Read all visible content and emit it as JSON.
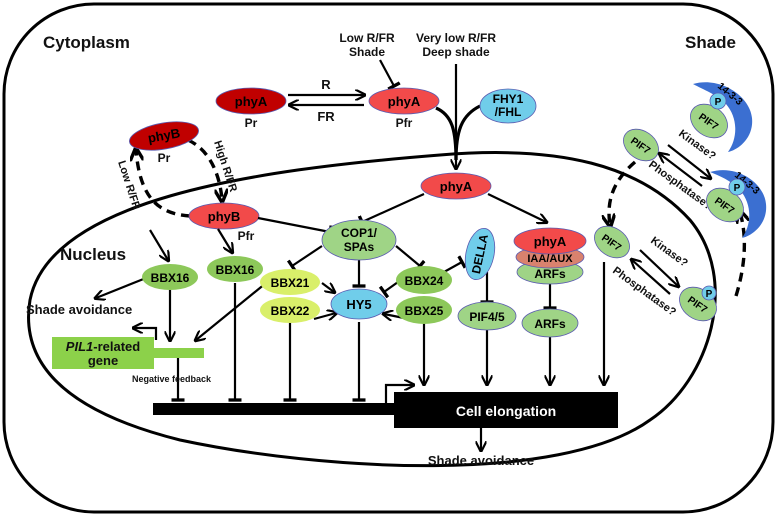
{
  "colors": {
    "dark_red": "#c00000",
    "light_red": "#f24a4a",
    "light_blue": "#70cdea",
    "green": "#8dc85a",
    "pale_green": "#9fd486",
    "yellow_green": "#d9ef6a",
    "salmon": "#d9826e",
    "royal_blue": "#3b6fd1",
    "lime_box": "#8cd14a",
    "black": "#000000"
  },
  "compartments": {
    "cytoplasm": "Cytoplasm",
    "nucleus": "Nucleus",
    "shade": "Shade"
  },
  "signals": {
    "low_rfr": "Low R/FR",
    "shade": "Shade",
    "very_low_rfr": "Very low R/FR",
    "deep_shade": "Deep shade",
    "r": "R",
    "fr": "FR",
    "high_rfr": "High R/FR",
    "low_rfr_rot": "Low R/FR"
  },
  "nodes": {
    "phyA_pr": "phyA",
    "phyA_pr_state": "Pr",
    "phyA_pfr": "phyA",
    "phyA_pfr_state": "Pfr",
    "fhy1": "FHY1",
    "fhl": "/FHL",
    "phyB_pr": "phyB",
    "phyB_pr_state": "Pr",
    "phyB_pfr": "phyB",
    "phyB_pfr_state": "Pfr",
    "phyA_nuc": "phyA",
    "bbx16_a": "BBX16",
    "bbx16_b": "BBX16",
    "cop1_l1": "COP1/",
    "cop1_l2": "SPAs",
    "bbx21": "BBX21",
    "bbx22": "BBX22",
    "bbx24": "BBX24",
    "bbx25": "BBX25",
    "hy5": "HY5",
    "della": "DELLA",
    "pif45": "PIF4/5",
    "phyA_complex": "phyA",
    "iaa_aux": "IAA/AUX",
    "arfs_complex": "ARFs",
    "arfs": "ARFs",
    "pif7": "PIF7",
    "p": "P",
    "p1433": "14-3-3"
  },
  "labels": {
    "shade_avoidance_1": "Shade avoidance",
    "pil1_italic": "PIL1",
    "pil1_rest": "-related",
    "gene": "gene",
    "negative_feedback": "Negative feedback",
    "cell_elongation": "Cell elongation",
    "shade_avoidance_2": "Shade avoidance",
    "kinase": "Kinase?",
    "phosphatase": "Phosphatase?"
  }
}
